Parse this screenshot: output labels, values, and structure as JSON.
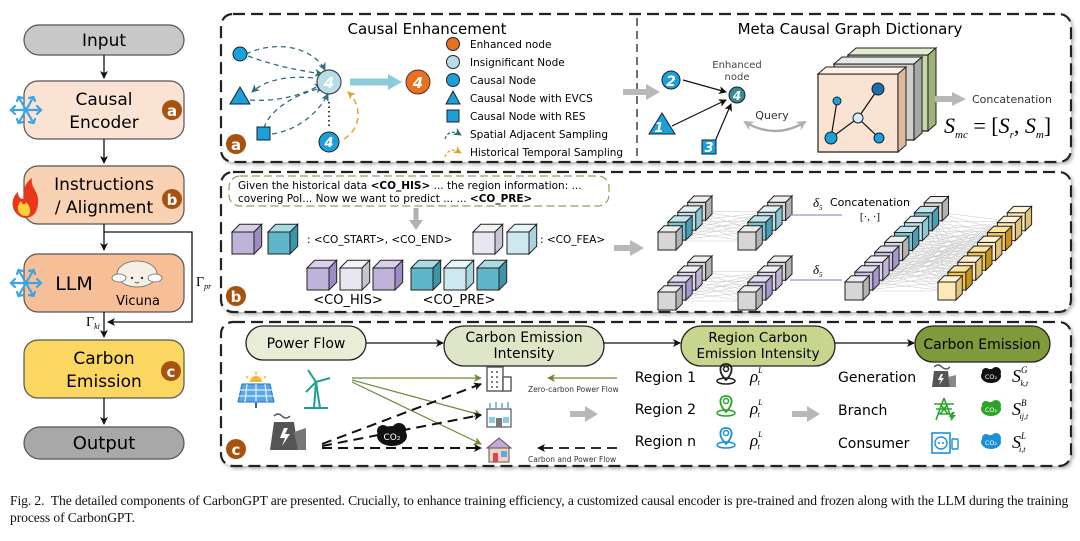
{
  "figure_label": "Fig. 2.",
  "caption": "The detailed components of CarbonGPT are presented. Crucially, to enhance training efficiency, a customized causal encoder is pre-trained and frozen along with the LLM during the training process of CarbonGPT.",
  "pipeline": {
    "input": "Input",
    "causal_encoder": [
      "Causal",
      "Encoder"
    ],
    "instructions": [
      "Instructions",
      "/ Alignment"
    ],
    "llm": "LLM",
    "llm_model": "Vicuna",
    "carbon_emission": [
      "Carbon",
      "Emission"
    ],
    "output": "Output",
    "gamma_pr": "Γ",
    "gamma_pr_sub": "pr",
    "gamma_ki": "Γ",
    "gamma_ki_sub": "ki",
    "badges": {
      "a": "a",
      "b": "b",
      "c": "c"
    },
    "status_icons": {
      "causal_encoder": "snowflake-icon",
      "instructions": "fire-icon",
      "llm": "snowflake-icon"
    }
  },
  "panel_a": {
    "badge": "a",
    "left_title": "Causal Enhancement",
    "right_title": "Meta Causal Graph Dictionary",
    "node_label": "4",
    "legend": [
      {
        "shape": "circle",
        "color": "#e8701f",
        "label": "Enhanced node"
      },
      {
        "shape": "circle",
        "color": "#b8dde6",
        "label": "Insignificant Node"
      },
      {
        "shape": "circle",
        "color": "#1d9fd8",
        "label": "Causal Node"
      },
      {
        "shape": "triangle",
        "color": "#1d9fd8",
        "label": "Causal Node with EVCS"
      },
      {
        "shape": "square",
        "color": "#1d9fd8",
        "label": "Causal Node with RES"
      },
      {
        "shape": "dashed-arrow",
        "color": "#2f6f7a",
        "label": "Spatial Adjacent Sampling"
      },
      {
        "shape": "dashed-arrow",
        "color": "#e0a526",
        "label": "Historical Temporal Sampling"
      }
    ],
    "graph_nodes": [
      "2",
      "1",
      "3",
      "4"
    ],
    "enhanced_node_label": [
      "Enhanced",
      "node"
    ],
    "query_label": "Query",
    "concat_label": "Concatenation",
    "formula": {
      "lhs": "S",
      "lhs_sub": "mc",
      "rhs_1": "S",
      "rhs_1_sub": "r",
      "rhs_2": "S",
      "rhs_2_sub": "m"
    }
  },
  "panel_b": {
    "badge": "b",
    "prompt_line1": [
      "Given the historical data ",
      "<CO_HIS>",
      " ... the region information: ..."
    ],
    "prompt_line2": [
      "covering PoI... Now we want to predict ... ... ",
      "<CO_PRE>"
    ],
    "token_start_end": ": <CO_START>, <CO_END>",
    "token_fea": ": <CO_FEA>",
    "label_his": "<CO_HIS>",
    "label_pre": "<CO_PRE>",
    "delta": "δ",
    "delta_sub": "5",
    "concat_label": "Concatenation",
    "concat_symbol": "[·, ·]"
  },
  "panel_c": {
    "badge": "c",
    "stages": [
      "Power Flow",
      [
        "Carbon Emission",
        "Intensity"
      ],
      [
        "Region Carbon",
        "Emission Intensity"
      ],
      "Carbon Emission"
    ],
    "zero_carbon_label": "Zero-carbon Power Flow",
    "carbon_power_label": "Carbon and Power Flow",
    "co2_label": "CO₂",
    "regions": [
      {
        "name": "Region 1",
        "color": "#222222",
        "symbol": "ρ",
        "sub": "t",
        "sup": "L"
      },
      {
        "name": "Region 2",
        "color": "#2aa52a",
        "symbol": "ρ",
        "sub": "t",
        "sup": "L"
      },
      {
        "name": "Region n",
        "color": "#1d8fd8",
        "symbol": "ρ",
        "sub": "t",
        "sup": "L"
      }
    ],
    "emissions": [
      {
        "name": "Generation",
        "color": "#555555",
        "co2_color": "#111111",
        "symbol": "S",
        "sup": "G",
        "sub": "k,t",
        "icon": "power-plant-icon"
      },
      {
        "name": "Branch",
        "color": "#2aa52a",
        "co2_color": "#2aa52a",
        "symbol": "S",
        "sup": "B",
        "sub": "ij,t",
        "icon": "transmission-tower-icon"
      },
      {
        "name": "Consumer",
        "color": "#1d8fd8",
        "co2_color": "#1d8fd8",
        "symbol": "S",
        "sup": "L",
        "sub": "i,t",
        "icon": "socket-plug-icon"
      }
    ]
  }
}
